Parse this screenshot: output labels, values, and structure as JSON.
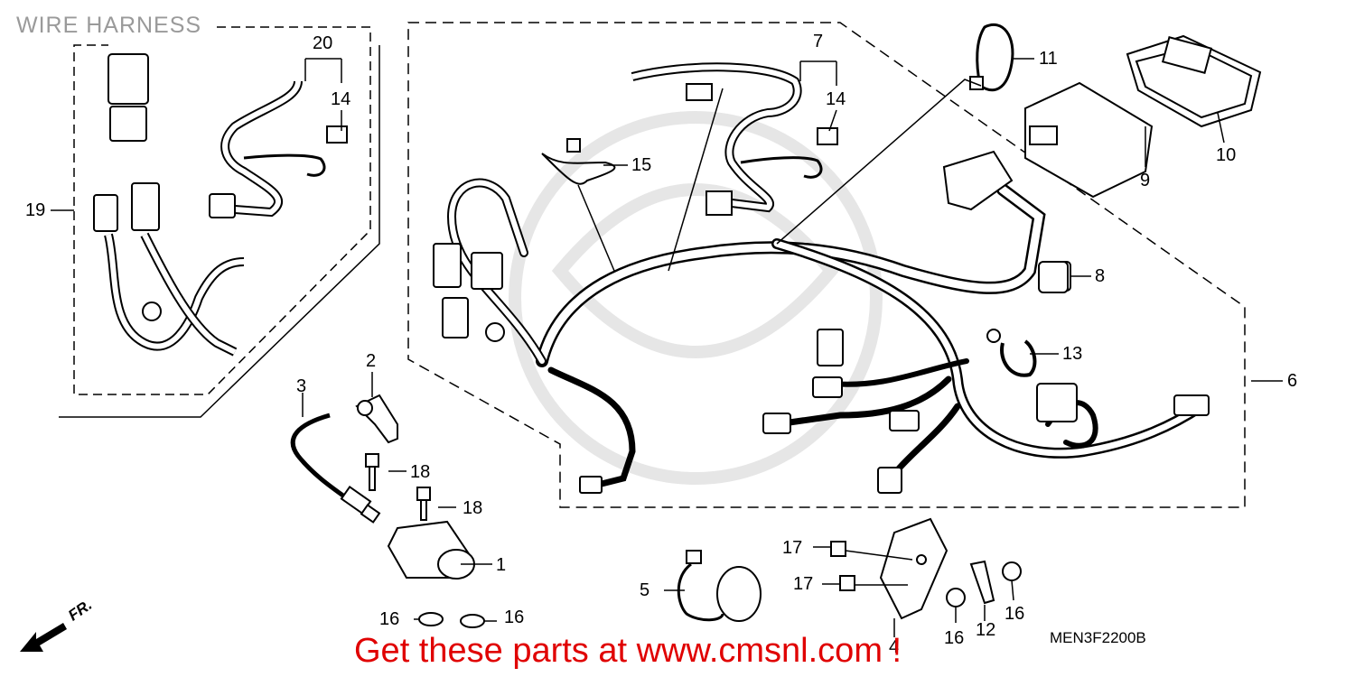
{
  "title": "WIRE HARNESS",
  "diagram_code": "MEN3F2200B",
  "promo_text": "Get these parts at www.cmsnl.com !",
  "front_label": "FR.",
  "callouts": [
    "1",
    "2",
    "3",
    "4",
    "5",
    "6",
    "7",
    "8",
    "9",
    "10",
    "11",
    "12",
    "13",
    "14",
    "14",
    "15",
    "16",
    "16",
    "16",
    "16",
    "17",
    "17",
    "18",
    "18",
    "19",
    "20"
  ]
}
